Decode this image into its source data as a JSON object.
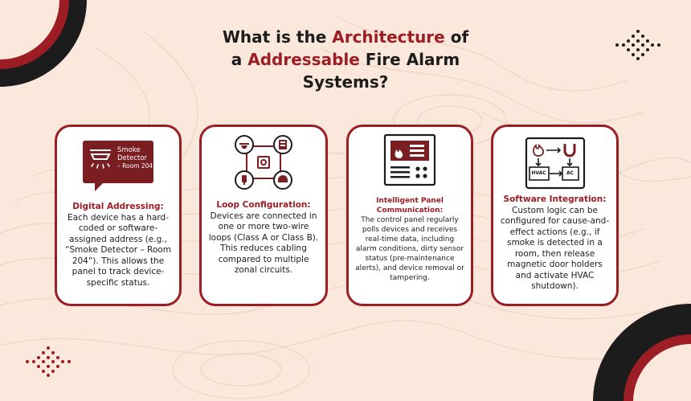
{
  "title": {
    "line1_pre": "What is the ",
    "line1_highlight": "Architecture",
    "line1_post": " of",
    "line2_pre": "a ",
    "line2_highlight": "Addressable",
    "line2_post": " Fire Alarm",
    "line3": "Systems?"
  },
  "colors": {
    "accent": "#9c1d24",
    "dark": "#1a1a1a",
    "background": "#fbe8dc"
  },
  "cards": [
    {
      "icon": "smoke-detector-sign-icon",
      "icon_text": [
        "Smoke",
        "Detector",
        "– Room 204"
      ],
      "title": "Digital Addressing:",
      "body": "Each device has a hard-coded or software-assigned address (e.g., “Smoke Detector – Room 204”). This allows the panel to track device-specific status."
    },
    {
      "icon": "loop-network-icon",
      "title": "Loop Configuration:",
      "body": "Devices are connected in one or more two-wire loops (Class A or Class B). This reduces cabling compared to multiple zonal circuits."
    },
    {
      "icon": "control-panel-icon",
      "title": "Intelligent Panel Communication:",
      "body": "The control panel regularly polls devices and receives real-time data, including alarm conditions, dirty sensor status (pre-maintenance alerts), and device removal or tampering."
    },
    {
      "icon": "software-integration-icon",
      "icon_labels": [
        "HVAC",
        "AC"
      ],
      "title": "Software Integration:",
      "body": "Custom logic can be configured for cause-and-effect actions (e.g., if smoke is detected in a room, then release magnetic door holders and activate HVAC shutdown)."
    }
  ]
}
